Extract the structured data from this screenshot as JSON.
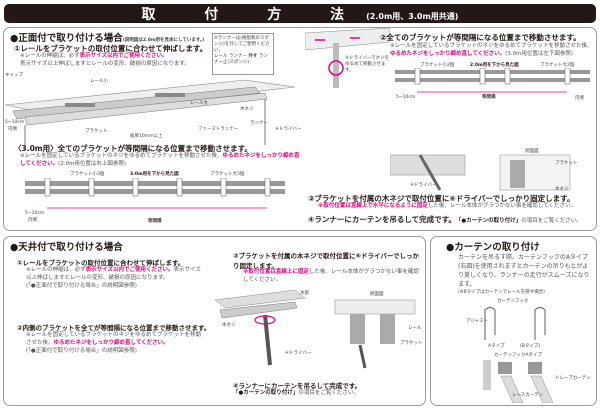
{
  "header": {
    "title": "取 付 方 法",
    "subtitle": "(2.0m用、3.0m用共通)"
  },
  "front": {
    "heading": "●正面付で取り付ける場合",
    "heading_note": "(説明図は2.0m用を見本にしています。)",
    "step1": "①レールをブラケットの取付位置に合わせて伸ばします。",
    "step1_note_a": "※レールの伸縮は、必ず",
    "step1_note_m": "表示サイズ以内でご使用ください。",
    "step1_note_b": "表示サイズ以上伸ばしますとレールの変形、破損の原因になります。",
    "runner_note": "※ランナーは(樹脂製のスポンジ)を外してご使用ください。",
    "runner_labels": [
      "レール",
      "ランナー",
      "外す",
      "ランナー止(スポンジ)"
    ],
    "diag1_labels": [
      "キャップ",
      "レール小",
      "レール大",
      "ランナー",
      "ファーストランナー",
      "ブラケット",
      "板厚10mm以上",
      "5~10cm",
      "内側",
      "④ドライバー",
      "木ネジ"
    ],
    "step2": "②全てのブラケットが等間隔になる位置まで移動させます。",
    "step2_note_a": "※レールを固定しているブラケットのネジをゆるめてブラケットを移動させた後、",
    "step2_note_m": "ゆるめたネジをしっかり締め直してください。",
    "step2_note_b": "(3.0m用位置は左下図参照)",
    "diag2_labels": [
      "ブラケット小2個",
      "2.0m用を下から見た図",
      "ブラケット大2個",
      "等間隔",
      "5~10cm",
      "内側",
      "④ドライバーでネジをゆるめて移動させます。"
    ],
    "step30": "〈3.0m用〉全てのブラケットが等間隔になる位置まで移動させます。",
    "step30_note_a": "※レールを固定しているブラケットのネジをゆるめてブラケットを移動させた後、",
    "step30_note_m": "ゆるめたネジをしっかり締め直してください。",
    "step30_note_b": "(2.0m用位置は右上図参照)",
    "diag3_labels": [
      "ブラケット小3個",
      "3.0m用を下から見た図",
      "ブラケット大3個",
      "5~10cm",
      "内側",
      "等間隔"
    ],
    "step3": "③ブラケットを付属の木ネジで取付位置に④ドライバーでしっかり固定します。",
    "step3_note_m": "※取付位置は直線上で水平になるように固定",
    "step3_note_b": "した後、レール本体がグラつかない事を確認してください。",
    "diag4_labels": [
      "側面図",
      "木ネジ",
      "④ドライバー",
      "ブラケット"
    ],
    "step4": "④ランナーにカーテンを吊るして完成です。",
    "step4_ref": "「●カーテンの取り付け」",
    "step4_tail": "の項目をご覧ください。"
  },
  "ceiling": {
    "heading": "●天井付で取り付ける場合",
    "step1": "①レールをブラケットの取付位置に合わせて伸ばします。",
    "step1_note_a": "※レールの伸縮は、必ず",
    "step1_note_m": "表示サイズ以内でご使用ください。",
    "step1_note_b": "表示サイズ以上伸ばしますとレールの変形、破損の原因になります。",
    "ref": "(「●正面付で取り付ける場合」の説明図参照)",
    "step2": "②内側のブラケットを全てが等間隔になる位置まで移動させます。",
    "step2_note_a": "※レールを固定しているブラケットのネジをゆるめてブラケットを移動させた後、",
    "step2_note_m": "ゆるめたネジをしっかり締め直してください。",
    "step3": "③ブラケットを付属の木ネジで取付位置に④ドライバーでしっかり固定します。",
    "step3_note_m": "※取付位置は直線上に固定",
    "step3_note_b": "した後、レール本体がグラつかない事を確認してください。",
    "diag_labels": [
      "木部",
      "木ネジ",
      "④ドライバー",
      "側面図",
      "ブラケット",
      "レール"
    ],
    "step4": "④ランナーにカーテンを吊るして完成です。",
    "step4_ref": "「●カーテンの取り付け」",
    "step4_tail": "の項目をご覧ください。"
  },
  "curtain": {
    "heading": "●カーテンの取り付け",
    "body": "カーテンを吊るす際、カーテンフックのAタイプ(右図)を使用されますとカーテンの吊りもとがより美しくなり、ランナーの走行がスムーズになります。",
    "note": "(※Bタイプはカーテンでレールを隠す場合)",
    "labels": [
      "カーテンフック",
      "Aタイプ",
      "(Bタイプ)",
      "アジャスト",
      "カーテンフックAタイプ",
      "レースカーテン",
      "ドレープカーテン"
    ]
  },
  "colors": {
    "accent": "#e4007f",
    "dark": "#231815",
    "border": "#9a9a9a"
  }
}
